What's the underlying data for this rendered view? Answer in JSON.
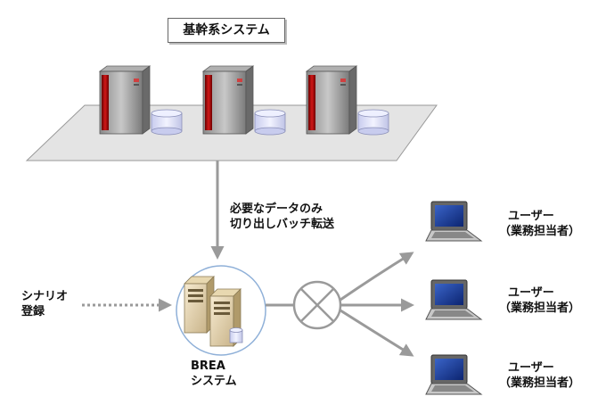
{
  "core_system": {
    "title": "基幹系システム"
  },
  "transfer": {
    "line1": "必要なデータのみ",
    "line2": "切り出しバッチ転送"
  },
  "scenario": {
    "line1": "シナリオ",
    "line2": "登録"
  },
  "brea": {
    "line1": "BREA",
    "line2": "システム"
  },
  "users": [
    {
      "line1": "ユーザー",
      "line2": "（業務担当者）"
    },
    {
      "line1": "ユーザー",
      "line2": "（業務担当者）"
    },
    {
      "line1": "ユーザー",
      "line2": "（業務担当者）"
    }
  ],
  "colors": {
    "server_red": "#b01010",
    "platform": "#e3e3e3",
    "arrow": "#9a9a9a",
    "disk": "#dde0f5",
    "laptop_screen": "#1a3a8a"
  }
}
